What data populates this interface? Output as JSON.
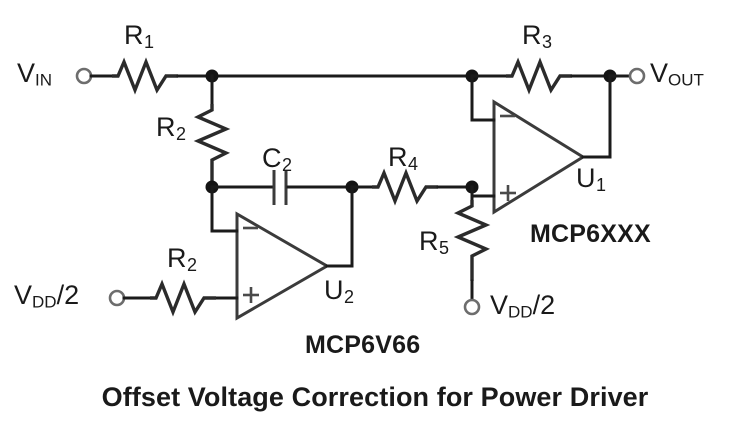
{
  "figure": {
    "caption": "Offset Voltage Correction for Power Driver",
    "type": "circuit-schematic"
  },
  "ports": {
    "vin": {
      "label_main": "V",
      "label_sub": "IN",
      "label_tail": ""
    },
    "vout": {
      "label_main": "V",
      "label_sub": "OUT",
      "label_tail": ""
    },
    "vdd_half_left": {
      "label_main": "V",
      "label_sub": "DD",
      "label_tail": "/2"
    },
    "vdd_half_right": {
      "label_main": "V",
      "label_sub": "DD",
      "label_tail": "/2"
    }
  },
  "components": {
    "r1": {
      "ref": "R",
      "index": "1",
      "kind": "resistor"
    },
    "r2_top": {
      "ref": "R",
      "index": "2",
      "kind": "resistor"
    },
    "r2_bottom": {
      "ref": "R",
      "index": "2",
      "kind": "resistor"
    },
    "r3": {
      "ref": "R",
      "index": "3",
      "kind": "resistor"
    },
    "r4": {
      "ref": "R",
      "index": "4",
      "kind": "resistor"
    },
    "r5": {
      "ref": "R",
      "index": "5",
      "kind": "resistor"
    },
    "c2": {
      "ref": "C",
      "index": "2",
      "kind": "capacitor"
    },
    "u1": {
      "ref": "U",
      "index": "1",
      "kind": "opamp",
      "part": "MCP6XXX",
      "inverting_input": "-",
      "noninverting_input": "+"
    },
    "u2": {
      "ref": "U",
      "index": "2",
      "kind": "opamp",
      "part": "MCP6V66",
      "inverting_input": "-",
      "noninverting_input": "+"
    }
  },
  "part_numbers": {
    "u1_part": "MCP6XXX",
    "u2_part": "MCP6V66"
  },
  "opamp_pins": {
    "minus": "-",
    "plus": "+"
  },
  "colors": {
    "wire": "#1b1b1b",
    "text": "#1a1a1a",
    "background": "#ffffff",
    "terminal_stroke": "#6d6d6d"
  }
}
